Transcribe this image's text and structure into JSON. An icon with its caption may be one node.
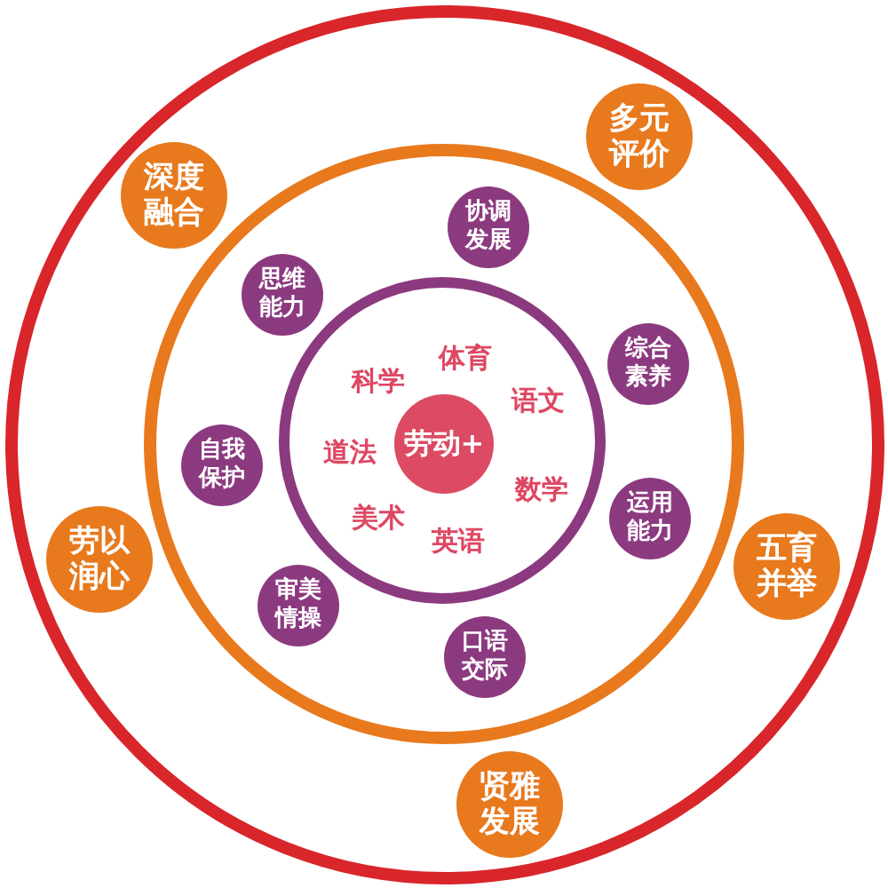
{
  "diagram": {
    "nodes": [
      {
        "text": [],
        "shape": "circle"
      },
      {
        "text": [],
        "shape": "circle",
        "in": 0
      },
      {
        "text": [],
        "shape": "circle",
        "in": 1
      },
      {
        "text": [
          "劳动+"
        ],
        "in": 2
      },
      {
        "text": [
          "协调发展"
        ],
        "in": 1
      },
      {
        "text": [
          "综合素养"
        ],
        "in": 1
      },
      {
        "text": [
          "运用能力"
        ],
        "in": 1
      },
      {
        "text": [
          "口语交际"
        ],
        "in": 1
      },
      {
        "text": [
          "审美情操"
        ],
        "in": 1
      },
      {
        "text": [
          "自我保护"
        ],
        "in": 1
      },
      {
        "text": [
          "思维能力"
        ],
        "in": 1
      },
      {
        "text": [
          "多元评价"
        ],
        "in": 0
      },
      {
        "text": [
          "五育并举"
        ],
        "in": 0
      },
      {
        "text": [
          "贤雅发展"
        ],
        "in": 0
      },
      {
        "text": [
          "劳以润心"
        ],
        "in": 0
      },
      {
        "text": [
          "深度融合"
        ],
        "in": 0
      }
    ],
    "labels": [
      "体育",
      "科学",
      "语文",
      "道法",
      "数学",
      "美术",
      "英语"
    ]
  }
}
